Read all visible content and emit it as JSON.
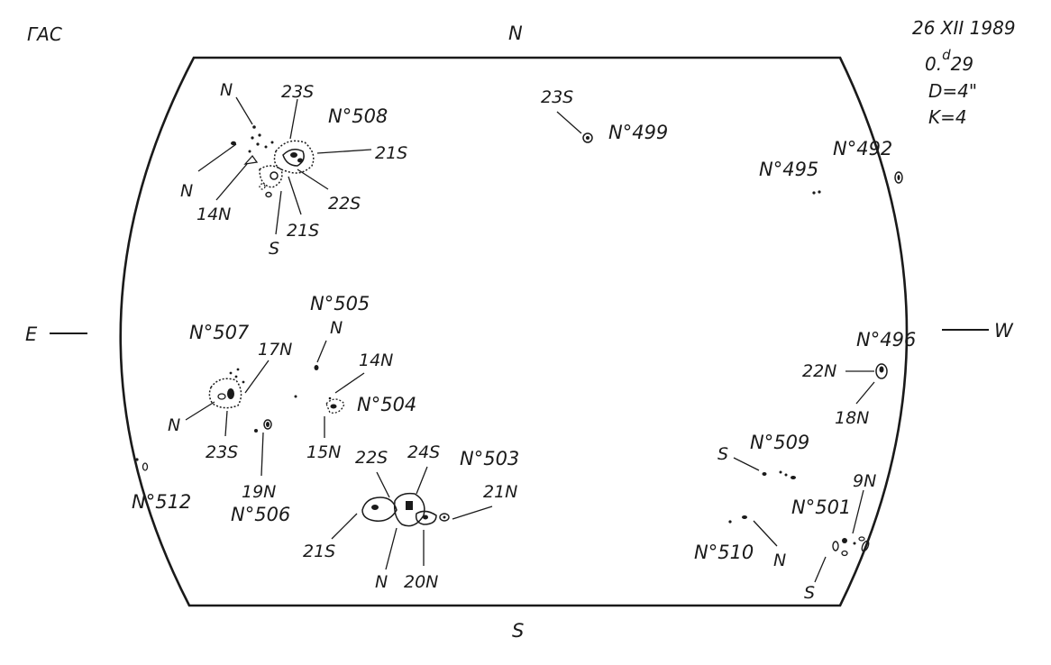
{
  "header": {
    "observatory": "ГАС",
    "date": "26 XII 1989",
    "time": "0.d29",
    "time_display": "0.",
    "time_superscript": "d",
    "time_value": "29",
    "d_param": "D=4\"",
    "k_param": "K=4"
  },
  "directions": {
    "north": "N",
    "south": "S",
    "east": "E",
    "west": "W"
  },
  "regions": {
    "r508": {
      "label": "N°508",
      "tags": [
        "N",
        "23S",
        "21S",
        "N",
        "14N",
        "22S",
        "21S",
        "S"
      ]
    },
    "r499": {
      "label": "N°499",
      "tags": [
        "23S"
      ]
    },
    "r495": {
      "label": "N°495"
    },
    "r492": {
      "label": "N°492"
    },
    "r507": {
      "label": "N°507",
      "tags": [
        "17N",
        "N",
        "23S"
      ]
    },
    "r505": {
      "label": "N°505",
      "tags": [
        "N"
      ]
    },
    "r504": {
      "label": "N°504",
      "tags": [
        "14N",
        "15N"
      ]
    },
    "r506": {
      "label": "N°506",
      "tags": [
        "19N"
      ]
    },
    "r512": {
      "label": "N°512"
    },
    "r503": {
      "label": "N°503",
      "tags": [
        "22S",
        "24S",
        "21N",
        "21S",
        "N",
        "20N"
      ]
    },
    "r496": {
      "label": "N°496",
      "tags": [
        "22N",
        "18N"
      ]
    },
    "r509": {
      "label": "N°509",
      "tags": [
        "S"
      ]
    },
    "r501": {
      "label": "N°501",
      "tags": [
        "9N",
        "S"
      ]
    },
    "r510": {
      "label": "N°510",
      "tags": [
        "N"
      ]
    }
  }
}
